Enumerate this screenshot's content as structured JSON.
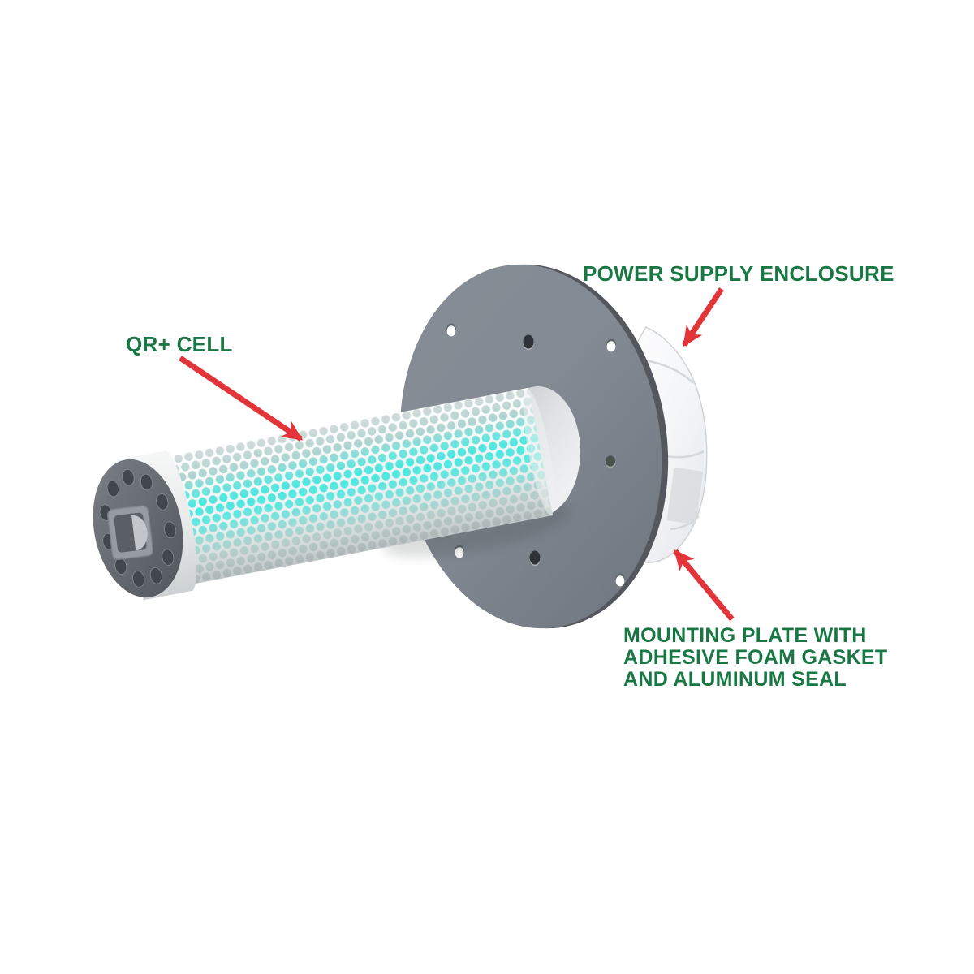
{
  "background": "#ffffff",
  "colors": {
    "label_green": "#187743",
    "arrow_red": "#e23439",
    "plate_gray": "#858b94",
    "plate_rim_gray": "#54585e",
    "enclosure_white": "#f5f6f8",
    "tube_metal_white": "#f0f2f2",
    "uv_glow_cyan": "#49e8e0",
    "end_cap_dark_gray": "#676c73",
    "grommet_light_gray": "#dfe2e4"
  },
  "labels": {
    "power_supply": {
      "text": "POWER SUPPLY ENCLOSURE"
    },
    "qr_cell": {
      "text": "QR+ CELL"
    },
    "mounting_plate": {
      "lines": [
        "MOUNTING PLATE WITH",
        "ADHESIVE FOAM GASKET",
        "AND ALUMINUM SEAL"
      ]
    }
  },
  "parts": [
    "qr-cell-tube",
    "end-cap",
    "tube-grommet",
    "mounting-plate",
    "power-supply-enclosure"
  ]
}
